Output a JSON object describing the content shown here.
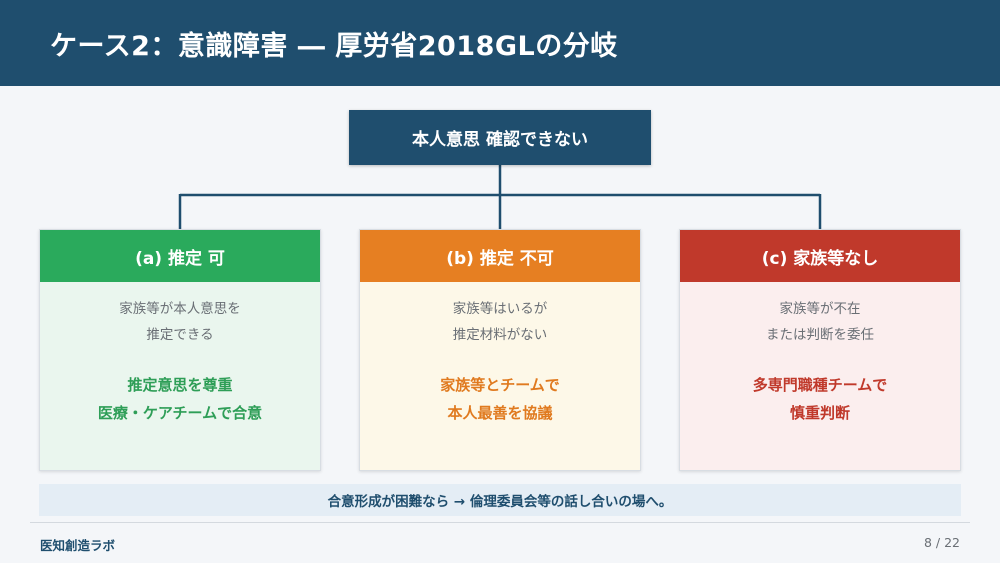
{
  "header": {
    "title": "ケース2：意識障害 ― 厚労省2018GLの分岐"
  },
  "root": {
    "label": "本人意思 確認できない"
  },
  "branches": [
    {
      "title": "(a) 推定 可",
      "desc_line1": "家族等が本人意思を",
      "desc_line2": "推定できる",
      "action_line1": "推定意思を尊重",
      "action_line2": "医療・ケアチームで合意",
      "color": "#2aaa5c"
    },
    {
      "title": "(b) 推定 不可",
      "desc_line1": "家族等はいるが",
      "desc_line2": "推定材料がない",
      "action_line1": "家族等とチームで",
      "action_line2": "本人最善を協議",
      "color": "#e67f22"
    },
    {
      "title": "(c) 家族等なし",
      "desc_line1": "家族等が不在",
      "desc_line2": "または判断を委任",
      "action_line1": "多専門職種チームで",
      "action_line2": "慎重判断",
      "color": "#c0392b"
    }
  ],
  "note": {
    "text": "合意形成が困難なら → 倫理委員会等の話し合いの場へ。"
  },
  "footer": {
    "org": "医知創造ラボ",
    "page": "8 / 22"
  },
  "colors": {
    "primary": "#1f4e6e",
    "background": "#f4f6f9"
  }
}
